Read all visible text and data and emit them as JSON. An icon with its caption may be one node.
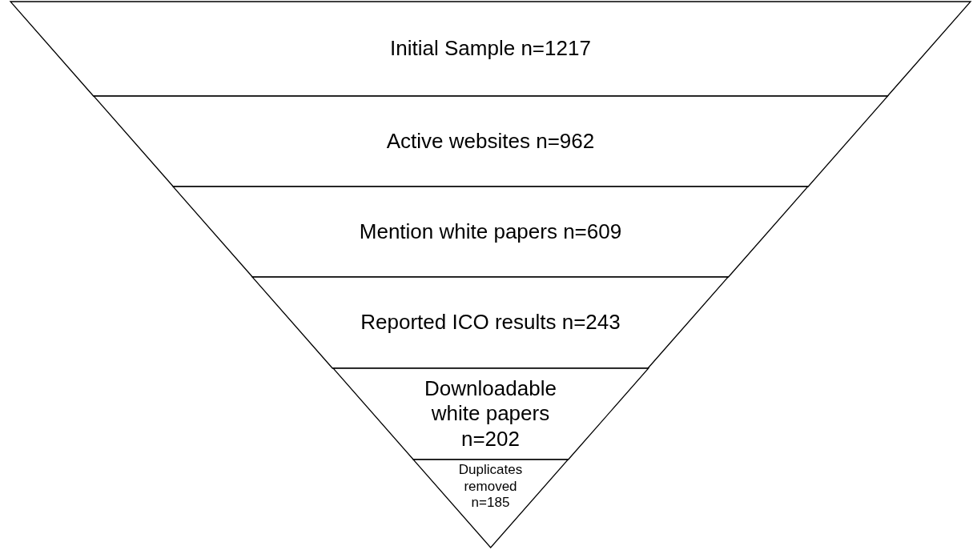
{
  "diagram": {
    "nodes": [
      {
        "text": [
          "Initial Sample n=1217"
        ]
      },
      {
        "text": [
          "Active websites n=962"
        ]
      },
      {
        "text": [
          "Mention white papers n=609"
        ]
      },
      {
        "text": [
          "Reported ICO results n=243"
        ]
      },
      {
        "text": [
          "Downloadable white papers n=202"
        ]
      },
      {
        "text": [
          "Duplicates removed n=185"
        ]
      }
    ]
  }
}
